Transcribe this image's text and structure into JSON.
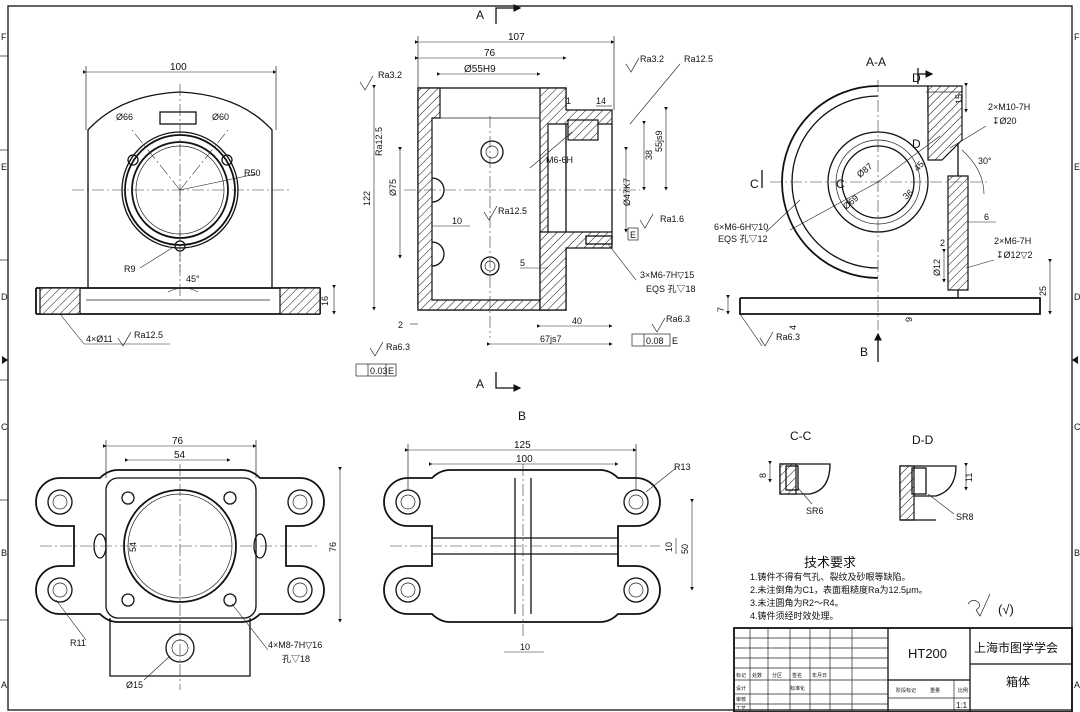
{
  "views": {
    "sec_a_label": "A-A",
    "view_b": "B",
    "sec_c": "C-C",
    "sec_d": "D-D",
    "cut_a": "A",
    "cut_b": "B",
    "cut_c": "C",
    "cut_d": "D"
  },
  "front": {
    "d100": "100",
    "d66": "Ø66",
    "d60": "Ø60",
    "r50": "R50",
    "r9": "R9",
    "a45": "45°",
    "d16": "16",
    "holes": "4×Ø11",
    "ra": "Ra12.5"
  },
  "section": {
    "d107": "107",
    "d76": "76",
    "d55": "Ø55H9",
    "ra32a": "Ra3.2",
    "ra32b": "Ra3.2",
    "ra125a": "Ra12.5",
    "ra125v": "Ra12.5",
    "d14": "14",
    "d1": "1",
    "m6": "M6-6H",
    "d38": "38",
    "d55js": "55js9",
    "d122": "122",
    "d75": "Ø75",
    "d47": "Ø47K7",
    "d10": "10",
    "ra125c": "Ra12.5",
    "ra16": "Ra1.6",
    "d5": "5",
    "thread": "3×M6-7H▽15",
    "eqs": "EQS 孔▽18",
    "dE": "E",
    "d2": "2",
    "d40": "40",
    "ra63a": "Ra6.3",
    "ra63b": "Ra6.3",
    "d67": "67js7",
    "tol1": "0.03",
    "tol1d": "E",
    "tol2": "0.08",
    "tol2d": "E"
  },
  "sideA": {
    "m10": "2×M10-7H",
    "m10d": "↧Ø20",
    "d15": "15",
    "a30": "30°",
    "d87": "Ø87",
    "d69": "Ø69",
    "d36": "36",
    "d45": "45",
    "m6a": "6×M6-6H▽10",
    "m6b": "EQS 孔▽12",
    "d6": "6",
    "m6c": "2×M6-7H",
    "m6d": "↧Ø12▽2",
    "d12": "Ø12",
    "d2": "2",
    "d25": "25",
    "d7": "7",
    "d4": "4",
    "d9": "9",
    "ra": "Ra6.3"
  },
  "top": {
    "d76": "76",
    "d54": "54",
    "d54v": "54",
    "d76v": "76",
    "r11": "R11",
    "m8a": "4×M8-7H▽16",
    "m8b": "孔▽18",
    "d15": "Ø15"
  },
  "bottom": {
    "d125": "125",
    "d100": "100",
    "r13": "R13",
    "d10": "10",
    "d50": "50",
    "d10b": "10"
  },
  "details": {
    "c8": "8",
    "cSR": "SR6",
    "d11": "11",
    "dSR": "SR8"
  },
  "notes": {
    "title": "技术要求",
    "lines": [
      "1.铸件不得有气孔、裂纹及砂眼等缺陷。",
      "2.未注倒角为C1，表面粗糙度Ra为12.5μm。",
      "3.未注圆角为R2～R4。",
      "4.铸件须经时效处理。"
    ],
    "finish": "(√)"
  },
  "titleblock": {
    "material": "HT200",
    "org": "上海市图学学会",
    "part": "箱体",
    "scale": "1:1",
    "c1": "标记",
    "c2": "处数",
    "c3": "分区",
    "c4": "签名",
    "c5": "年月日",
    "c6": "设计",
    "c7": "标准化",
    "c8": "审核",
    "c9": "工艺",
    "c10": "阶段标记",
    "c11": "重量",
    "c12": "比例"
  },
  "border": {
    "left": [
      "F",
      "E",
      "D",
      "C",
      "B",
      "A"
    ],
    "right": [
      "F",
      "E",
      "D",
      "C",
      "B",
      "A"
    ]
  }
}
